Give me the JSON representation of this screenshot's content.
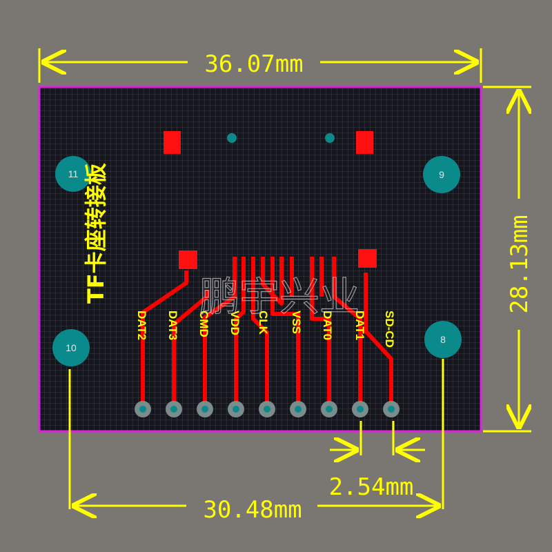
{
  "colors": {
    "background": "#7a7672",
    "board": "#15151c",
    "outline": "#e020e0",
    "dimension": "#ffff00",
    "trace": "#ff0000",
    "mounting_hole": "#0a8a8a",
    "via": "#0a8a8a",
    "pad_ring": "#7a8c8c"
  },
  "dimensions": {
    "width": "36.07mm",
    "height": "28.13mm",
    "hole_spacing": "30.48mm",
    "pin_pitch": "2.54mm"
  },
  "board_title": "TF卡座转接板",
  "watermark": "鹏宇兴业",
  "mounting_holes": [
    "11",
    "9",
    "10",
    "8"
  ],
  "pins": [
    "DAT2",
    "DAT3",
    "CMD",
    "VDD",
    "CLK",
    "VSS",
    "DAT0",
    "DAT1",
    "SD-CD"
  ],
  "icons": {
    "mounting_hole": "circle-icon",
    "via": "dot-icon",
    "smd_pad": "square-icon",
    "through_hole_pad": "ring-icon"
  }
}
